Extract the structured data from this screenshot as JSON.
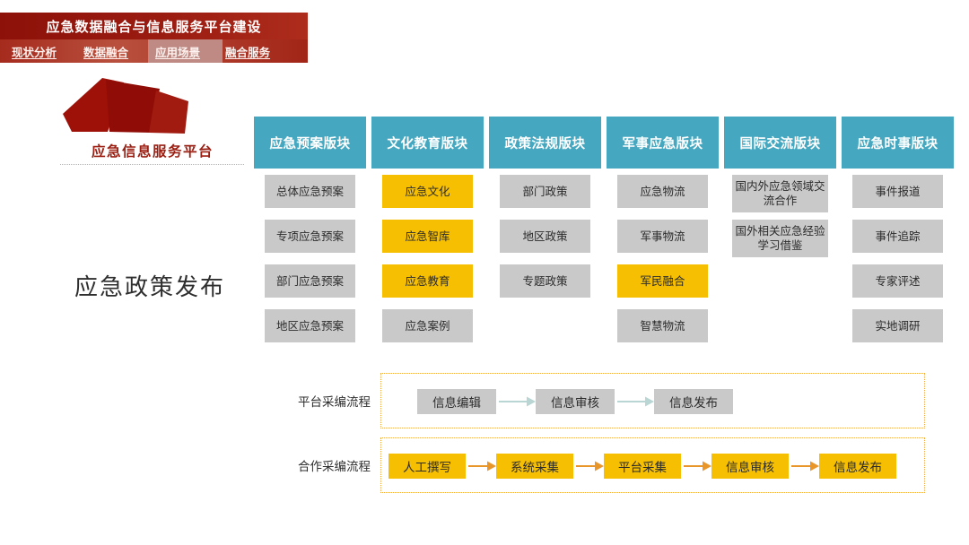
{
  "header": {
    "title": "应急数据融合与信息服务平台建设",
    "tabs": [
      {
        "label": "现状分析",
        "active": false
      },
      {
        "label": "数据融合",
        "active": false
      },
      {
        "label": "应用场景",
        "active": true
      },
      {
        "label": "融合服务",
        "active": false
      }
    ]
  },
  "logo": {
    "name": "应急信息服务平台",
    "shape_icon": "polygon-mountain-icon"
  },
  "section": {
    "big_label": "应急政策发布"
  },
  "colors": {
    "brand_red": "#9b1c11",
    "tab_highlight": "#c08a84",
    "header_teal": "#45a8c0",
    "cell_grey": "#c9c9c9",
    "cell_yellow": "#f6bf02",
    "arrow_orange": "#e8962a",
    "arrow_teal": "#b9d5d4",
    "dotted_border": "#f0a93a"
  },
  "matrix": {
    "columns": [
      {
        "header": "应急预案版块",
        "cells": [
          {
            "label": "总体应急预案",
            "color": "grey"
          },
          {
            "label": "专项应急预案",
            "color": "grey"
          },
          {
            "label": "部门应急预案",
            "color": "grey"
          },
          {
            "label": "地区应急预案",
            "color": "grey"
          }
        ]
      },
      {
        "header": "文化教育版块",
        "cells": [
          {
            "label": "应急文化",
            "color": "yellow"
          },
          {
            "label": "应急智库",
            "color": "yellow"
          },
          {
            "label": "应急教育",
            "color": "yellow"
          },
          {
            "label": "应急案例",
            "color": "grey"
          }
        ]
      },
      {
        "header": "政策法规版块",
        "cells": [
          {
            "label": "部门政策",
            "color": "grey"
          },
          {
            "label": "地区政策",
            "color": "grey"
          },
          {
            "label": "专题政策",
            "color": "grey"
          }
        ]
      },
      {
        "header": "军事应急版块",
        "cells": [
          {
            "label": "应急物流",
            "color": "grey"
          },
          {
            "label": "军事物流",
            "color": "grey"
          },
          {
            "label": "军民融合",
            "color": "yellow"
          },
          {
            "label": "智慧物流",
            "color": "grey"
          }
        ]
      },
      {
        "header": "国际交流版块",
        "cells": [
          {
            "label": "国内外应急领域交流合作",
            "color": "grey",
            "tall": true
          },
          {
            "label": "国外相关应急经验学习借鉴",
            "color": "grey",
            "tall": true
          }
        ]
      },
      {
        "header": "应急时事版块",
        "cells": [
          {
            "label": "事件报道",
            "color": "grey"
          },
          {
            "label": "事件追踪",
            "color": "grey"
          },
          {
            "label": "专家评述",
            "color": "grey"
          },
          {
            "label": "实地调研",
            "color": "grey"
          }
        ]
      }
    ]
  },
  "flows": [
    {
      "label": "平台采编流程",
      "arrow_color": "#b9d5d4",
      "node_color": "grey",
      "nodes": [
        "信息编辑",
        "信息审核",
        "信息发布"
      ]
    },
    {
      "label": "合作采编流程",
      "arrow_color": "#e8962a",
      "node_color": "yellow",
      "nodes": [
        "人工撰写",
        "系统采集",
        "平台采集",
        "信息审核",
        "信息发布"
      ]
    }
  ]
}
